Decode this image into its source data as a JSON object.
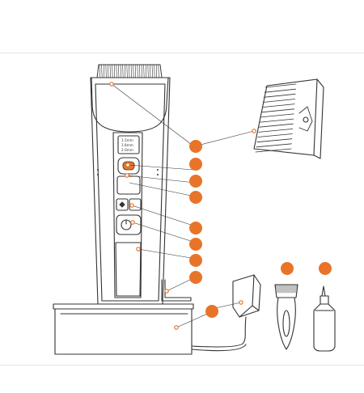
{
  "colors": {
    "accent": "#e8742a",
    "outline": "#333333",
    "rule": "#e4e4e4"
  },
  "speed_labels": [
    "1.5mm",
    "1.8mm",
    "2.0mm"
  ],
  "callout_count": 10
}
